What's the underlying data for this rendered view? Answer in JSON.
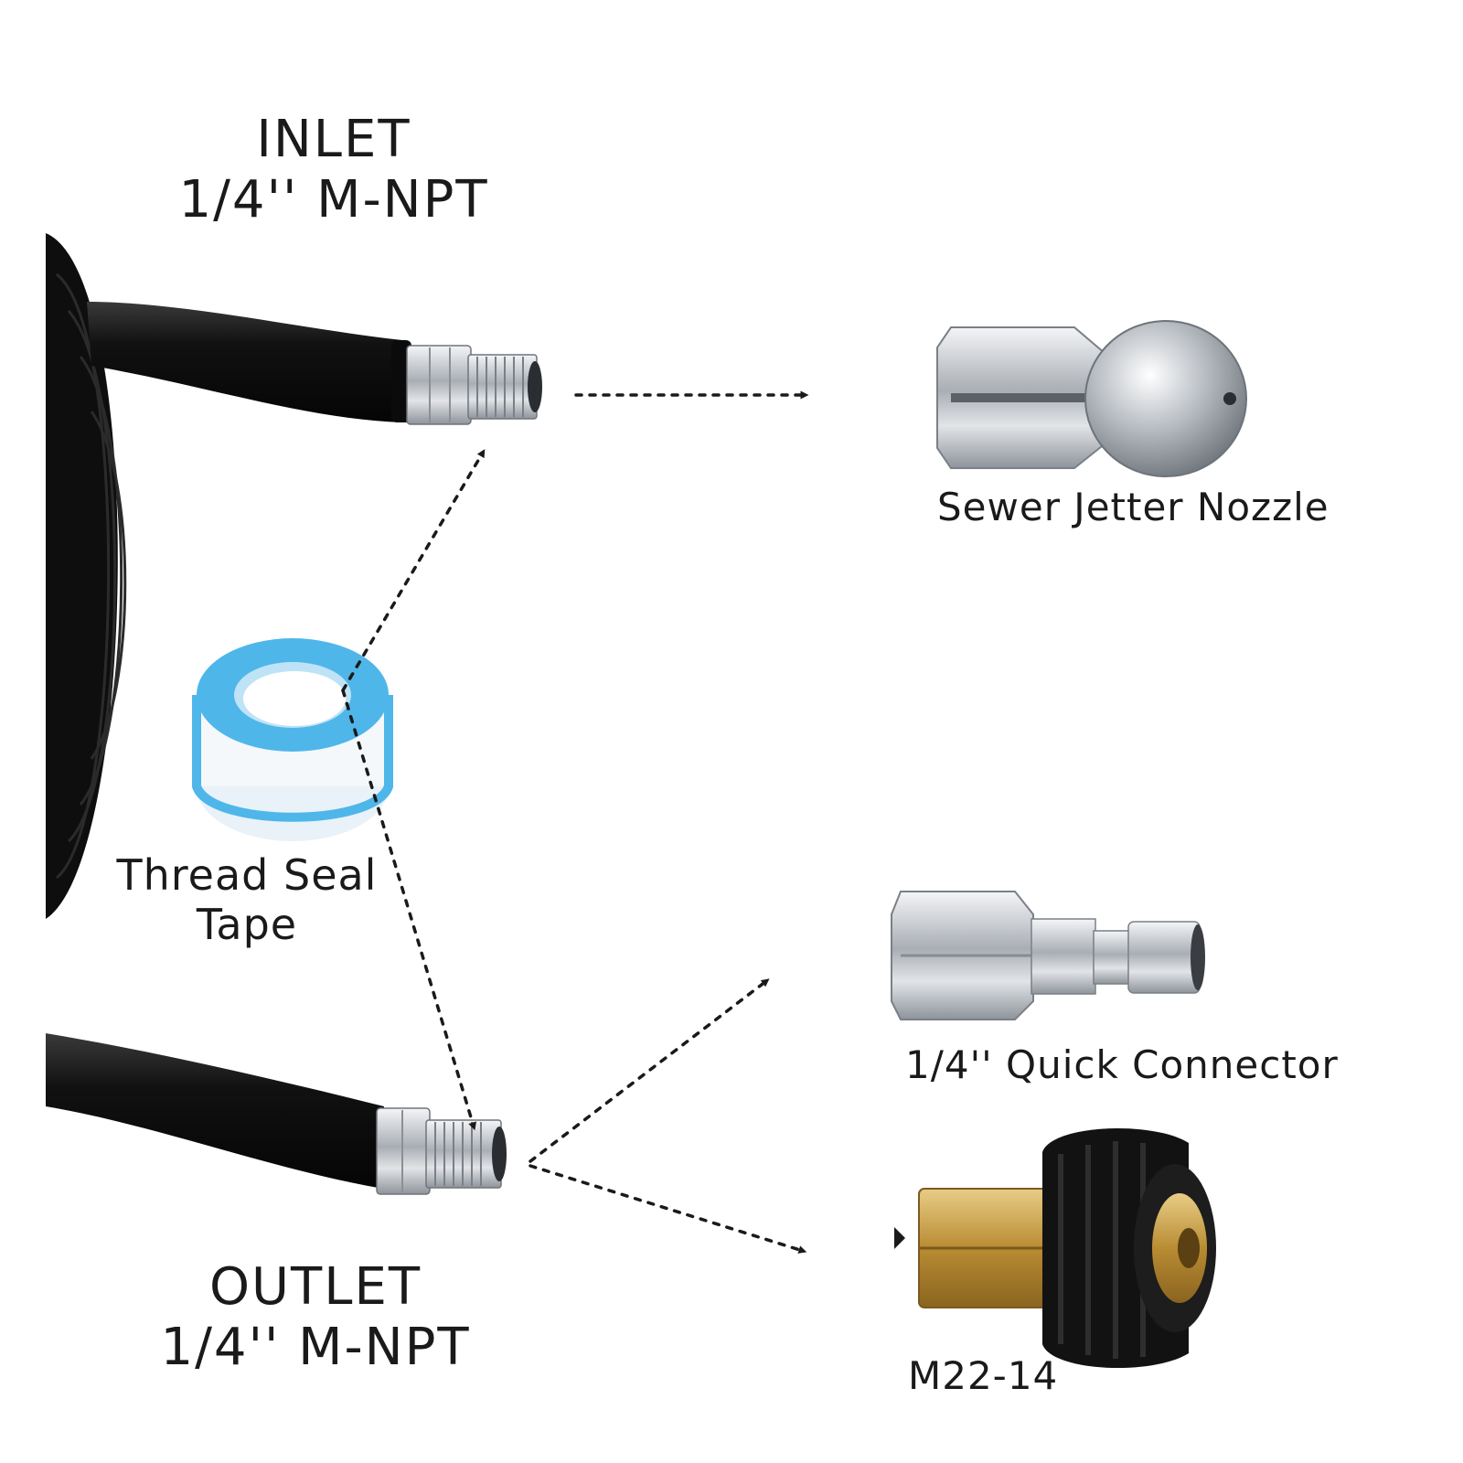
{
  "labels": {
    "inlet": {
      "title": "INLET",
      "spec": "1/4'' M-NPT"
    },
    "outlet": {
      "title": "OUTLET",
      "spec": "1/4'' M-NPT"
    },
    "thread_seal_tape": {
      "line1": "Thread Seal",
      "line2": "Tape"
    },
    "sewer_jetter_nozzle": "Sewer Jetter Nozzle",
    "quick_connector": "1/4'' Quick Connector",
    "m22": "M22-14"
  },
  "colors": {
    "hose": "#151515",
    "steel": "#c9cdd2",
    "brass": "#c9a24a",
    "tape_blue": "#4fb6ea",
    "arrow": "#1a1a1a"
  }
}
